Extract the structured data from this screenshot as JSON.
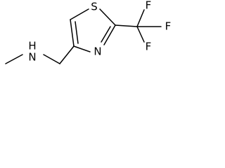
{
  "atoms": {
    "n_amine": "N",
    "h_amine": "H",
    "s_ring": "S",
    "n_ring": "N",
    "f_top": "F",
    "f_right": "F",
    "f_bottom": "F"
  }
}
